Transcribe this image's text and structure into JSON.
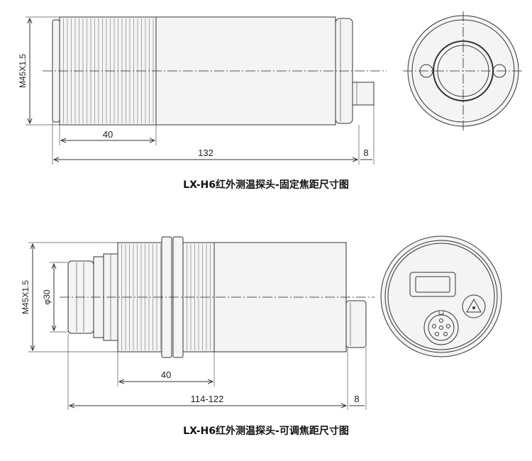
{
  "figure1": {
    "caption": "LX-H6红外测温探头-固定焦距尺寸图",
    "dim_thread": "M45X1.5",
    "dim_thread_len": "40",
    "dim_total": "132",
    "dim_connector": "8"
  },
  "figure2": {
    "caption": "LX-H6红外测温探头-可调焦距尺寸图",
    "dim_thread": "M45X1.5",
    "dim_diameter": "φ30",
    "dim_thread_len": "40",
    "dim_total": "114-122",
    "dim_connector": "8"
  }
}
